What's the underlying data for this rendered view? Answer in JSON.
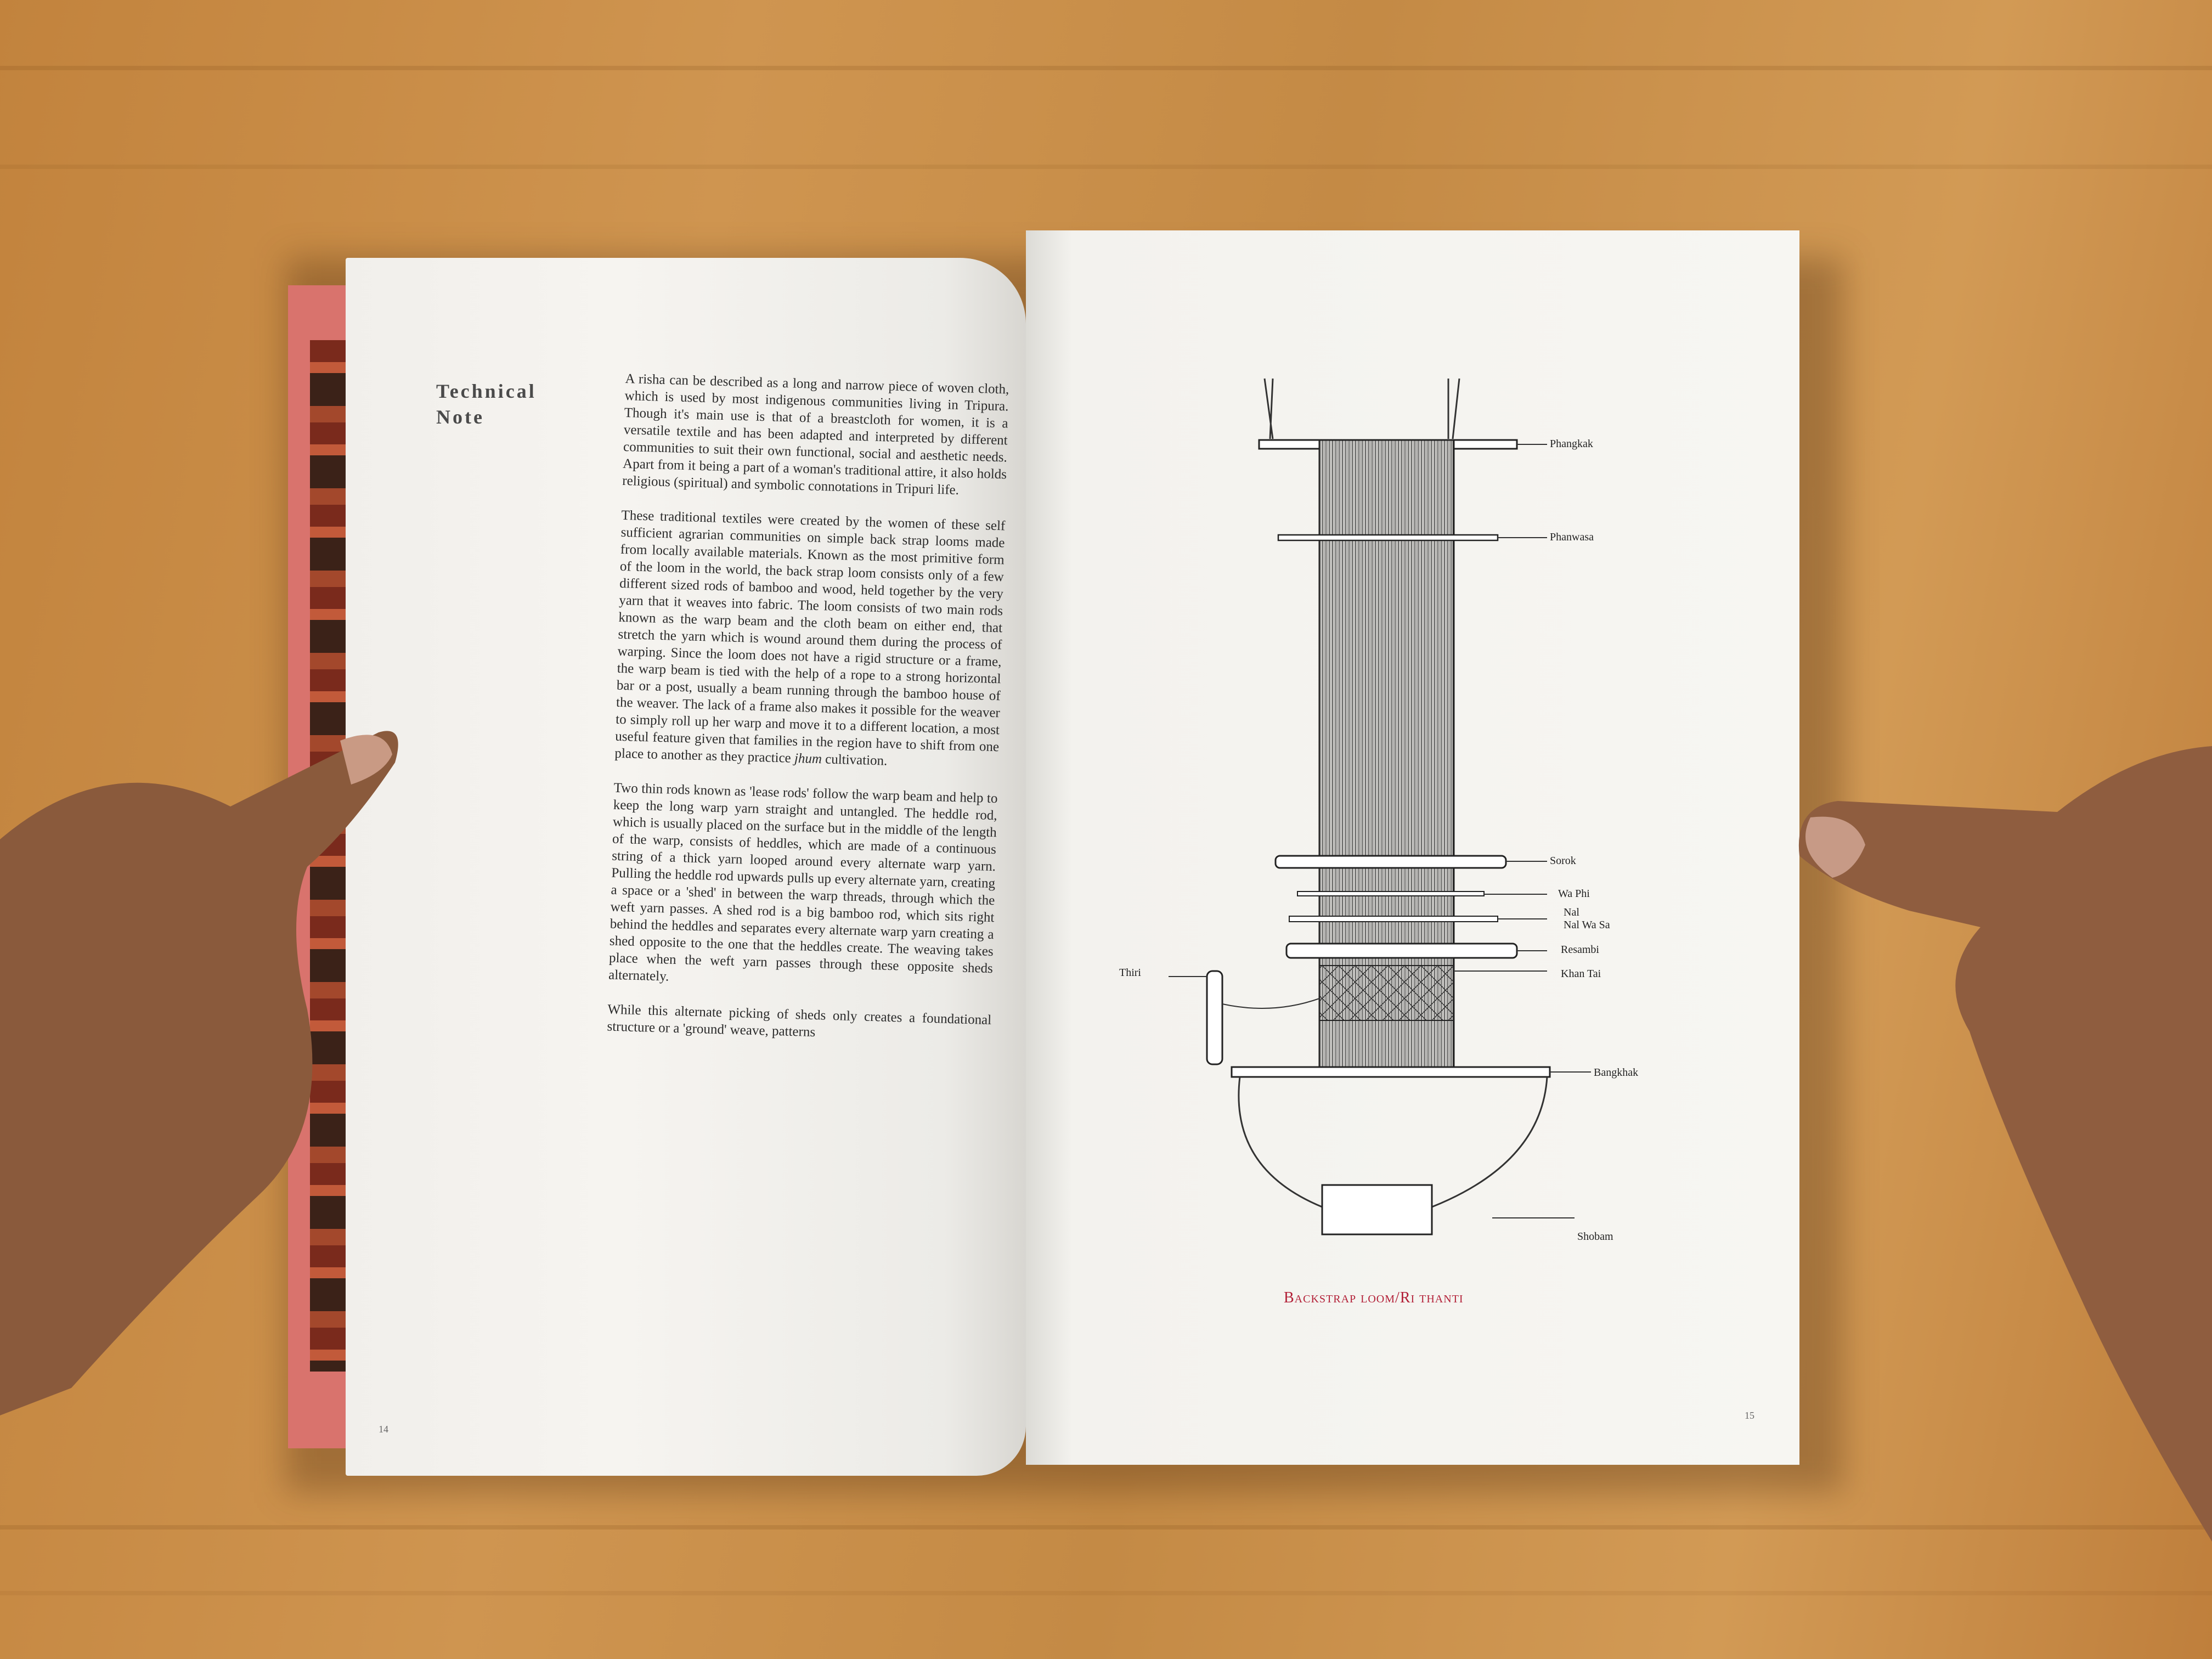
{
  "left_page": {
    "section_title_line1": "Technical",
    "section_title_line2": "Note",
    "paragraphs": [
      "A risha can be described as a long and narrow piece of woven cloth, which is used by most indigenous communities living in Tripura. Though it's main use is that of a breastcloth for women, it is a versatile textile and has been adapted and interpreted by different communities to suit their own functional, social and aesthetic needs. Apart from it being a part of a woman's traditional attire, it also holds religious (spiritual) and symbolic connotations in Tripuri life.",
      "These traditional textiles were created by the women of these self sufficient agrarian communities on simple back strap looms made from locally available materials. Known as the most primitive form of the loom in the world, the back strap loom consists only of a few different sized rods of bamboo and wood, held together by the very yarn that it weaves into fabric. The loom consists of two main rods known as the warp beam and the cloth beam on either end, that stretch the yarn which is wound around them during the process of warping. Since the loom does not have a rigid structure or a frame, the warp beam is tied with the help of a rope to a strong horizontal bar or a post, usually a beam running through the bamboo house of the weaver. The lack of a frame also makes it possible for the weaver to simply roll up her warp and move it to a different location, a most useful feature given that families in the region have to shift from one place to another as they practice",
      "Two thin rods known as 'lease rods' follow the warp beam and help to keep the long warp yarn straight and untangled. The heddle rod, which is usually placed on the surface but in the middle of the length of the warp, consists of heddles, which are made of a continuous string of a thick yarn looped around every alternate warp yarn. Pulling the heddle rod upwards pulls up every alternate yarn, creating a space or a 'shed' in between the warp threads, through which the weft yarn passes. A shed rod is a big bamboo rod, which sits right behind the heddles and separates every alternate warp yarn creating a shed opposite to the one that the heddles create. The weaving takes place when the weft yarn passes through these opposite sheds alternately.",
      "While this alternate picking of sheds only creates a foundational structure or a 'ground' weave, patterns"
    ],
    "p2_italic": "jhum",
    "p2_tail": " cultivation.",
    "page_number": "14"
  },
  "right_page": {
    "labels": {
      "phangkak": "Phangkak",
      "phanwasa": "Phanwasa",
      "sorok": "Sorok",
      "waphi": "Wa Phi",
      "nal": "Nal",
      "nalwasa": "Nal Wa Sa",
      "resambi": "Resambi",
      "khantai": "Khan Tai",
      "thiri": "Thiri",
      "bangkhak": "Bangkhak",
      "shobam": "Shobam"
    },
    "caption": "Backstrap loom/Ri thanti",
    "page_number": "15"
  },
  "colors": {
    "table": "#c98f4b",
    "caption_red": "#b21e36",
    "skin": "#8a5a3c"
  },
  "icons": [
    "left-hand",
    "right-hand",
    "loom-illustration"
  ]
}
